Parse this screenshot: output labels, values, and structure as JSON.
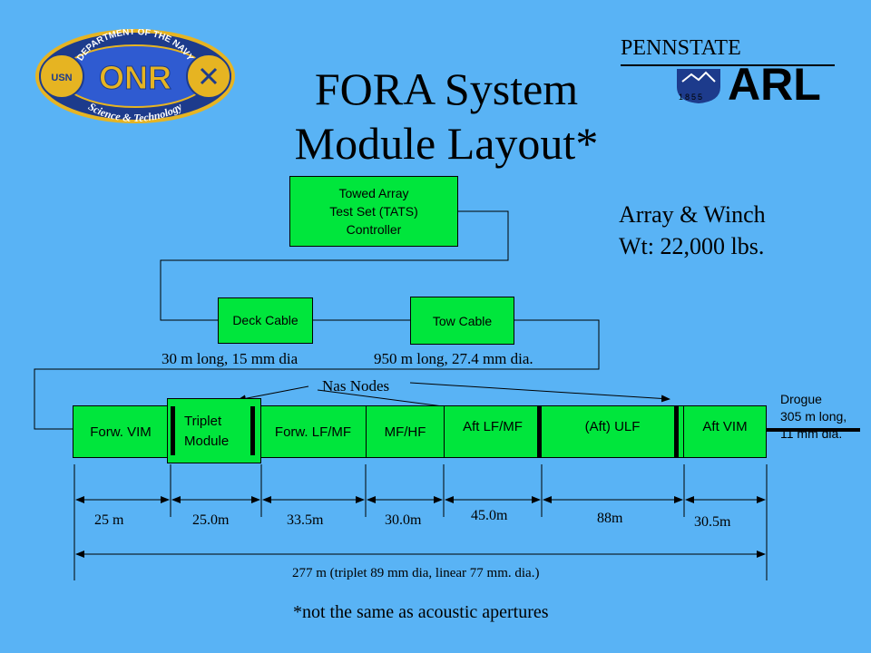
{
  "title_line1": "FORA System",
  "title_line2": "Module Layout*",
  "logo_onr": {
    "ring_top": "DEPARTMENT OF THE NAVY",
    "ring_bottom": "Science & Technology",
    "center": "ONR",
    "left_badge": "USN",
    "colors": {
      "ring": "#1d3b8c",
      "gold": "#e6b422"
    }
  },
  "logo_psu": {
    "wordmark": "PENNSTATE",
    "year": "1855",
    "arl": "ARL"
  },
  "tats_box": {
    "line1": "Towed Array",
    "line2": "Test Set (TATS)",
    "line3": "Controller"
  },
  "weight": {
    "line1": "Array & Winch",
    "line2": "Wt: 22,000 lbs."
  },
  "deck_cable": {
    "label": "Deck Cable",
    "spec": "30 m long, 15 mm dia"
  },
  "tow_cable": {
    "label": "Tow Cable",
    "spec": "950 m long, 27.4 mm dia."
  },
  "nas_nodes": "Nas Nodes",
  "modules": {
    "forw_vim": "Forw. VIM",
    "triplet_1": "Triplet",
    "triplet_2": "Module",
    "forw_lfmf": "Forw. LF/MF",
    "mfhf": "MF/HF",
    "aft_lfmf": "Aft LF/MF",
    "aft_ulf": "(Aft) ULF",
    "aft_vim": "Aft VIM"
  },
  "drogue": {
    "line1": "Drogue",
    "line2": "305 m long,",
    "line3": "11 mm dia."
  },
  "dimensions": [
    "25 m",
    "25.0m",
    "33.5m",
    "30.0m",
    "45.0m",
    "88m",
    "30.5m"
  ],
  "total": "277 m (triplet 89 mm dia, linear 77 mm. dia.)",
  "footnote": "*not the same as acoustic apertures",
  "colors": {
    "background": "#59b3f5",
    "box": "#00e63c"
  }
}
